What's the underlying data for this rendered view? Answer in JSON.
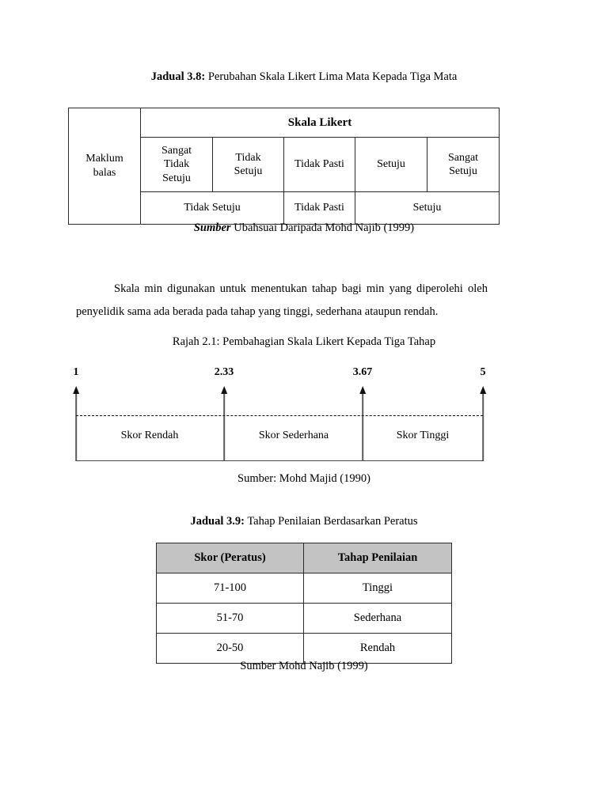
{
  "table38": {
    "caption_lead": "Jadual 3.8:",
    "caption_rest": " Perubahan Skala Likert Lima Mata Kepada Tiga Mata",
    "row_label": "Maklum\nbalas",
    "row_label_line1": "Maklum",
    "row_label_line2": "balas",
    "header": "Skala Likert",
    "scale_five": [
      "Sangat\nTidak\nSetuju",
      "Tidak\nSetuju",
      "Tidak Pasti",
      "Setuju",
      "Sangat\nSetuju"
    ],
    "scale_five_lines": [
      [
        "Sangat",
        "Tidak",
        "Setuju"
      ],
      [
        "Tidak",
        "Setuju"
      ],
      [
        "Tidak Pasti"
      ],
      [
        "Setuju"
      ],
      [
        "Sangat",
        "Setuju"
      ]
    ],
    "scale_three": [
      "Tidak Setuju",
      "Tidak Pasti",
      "Setuju"
    ],
    "source_lead": "Sumber",
    "source_rest": " Ubahsuai Daripada Mohd Najib (1999)"
  },
  "paragraph": "Skala min digunakan untuk menentukan tahap bagi min yang diperolehi oleh penyelidik sama ada berada pada tahap yang tinggi, sederhana ataupun rendah.",
  "rajah": {
    "caption": "Rajah 2.1: Pembahagian Skala Likert Kepada Tiga Tahap",
    "source": "Sumber:  Mohd Majid (1990)",
    "scale_values": [
      "1",
      "2.33",
      "3.67",
      "5"
    ],
    "band_labels": [
      "Skor Rendah",
      "Skor Sederhana",
      "Skor Tinggi"
    ]
  },
  "table39": {
    "caption_lead": "Jadual 3.9:",
    "caption_rest": " Tahap Penilaian Berdasarkan Peratus",
    "columns": [
      "Skor (Peratus)",
      "Tahap Penilaian"
    ],
    "rows": [
      [
        "71-100",
        "Tinggi"
      ],
      [
        "51-70",
        "Sederhana"
      ],
      [
        "20-50",
        "Rendah"
      ]
    ],
    "source": "Sumber Mohd Najib (1999)"
  },
  "chart_data": {
    "type": "bar",
    "title": "Rajah 2.1: Pembahagian Skala Likert Kepada Tiga Tahap",
    "categories": [
      "Skor Rendah",
      "Skor Sederhana",
      "Skor Tinggi"
    ],
    "x": [
      1,
      2.33,
      3.67,
      5
    ],
    "tick_labels": [
      "1",
      "2.33",
      "3.67",
      "5"
    ],
    "xlabel": "",
    "ylabel": "",
    "xlim": [
      1,
      5
    ],
    "grid": false,
    "legend": "none"
  },
  "colors": {
    "header_fill": "#c3c3c3",
    "border": "#2b2b2b",
    "line": "#4a4a4a",
    "text": "#000000"
  }
}
